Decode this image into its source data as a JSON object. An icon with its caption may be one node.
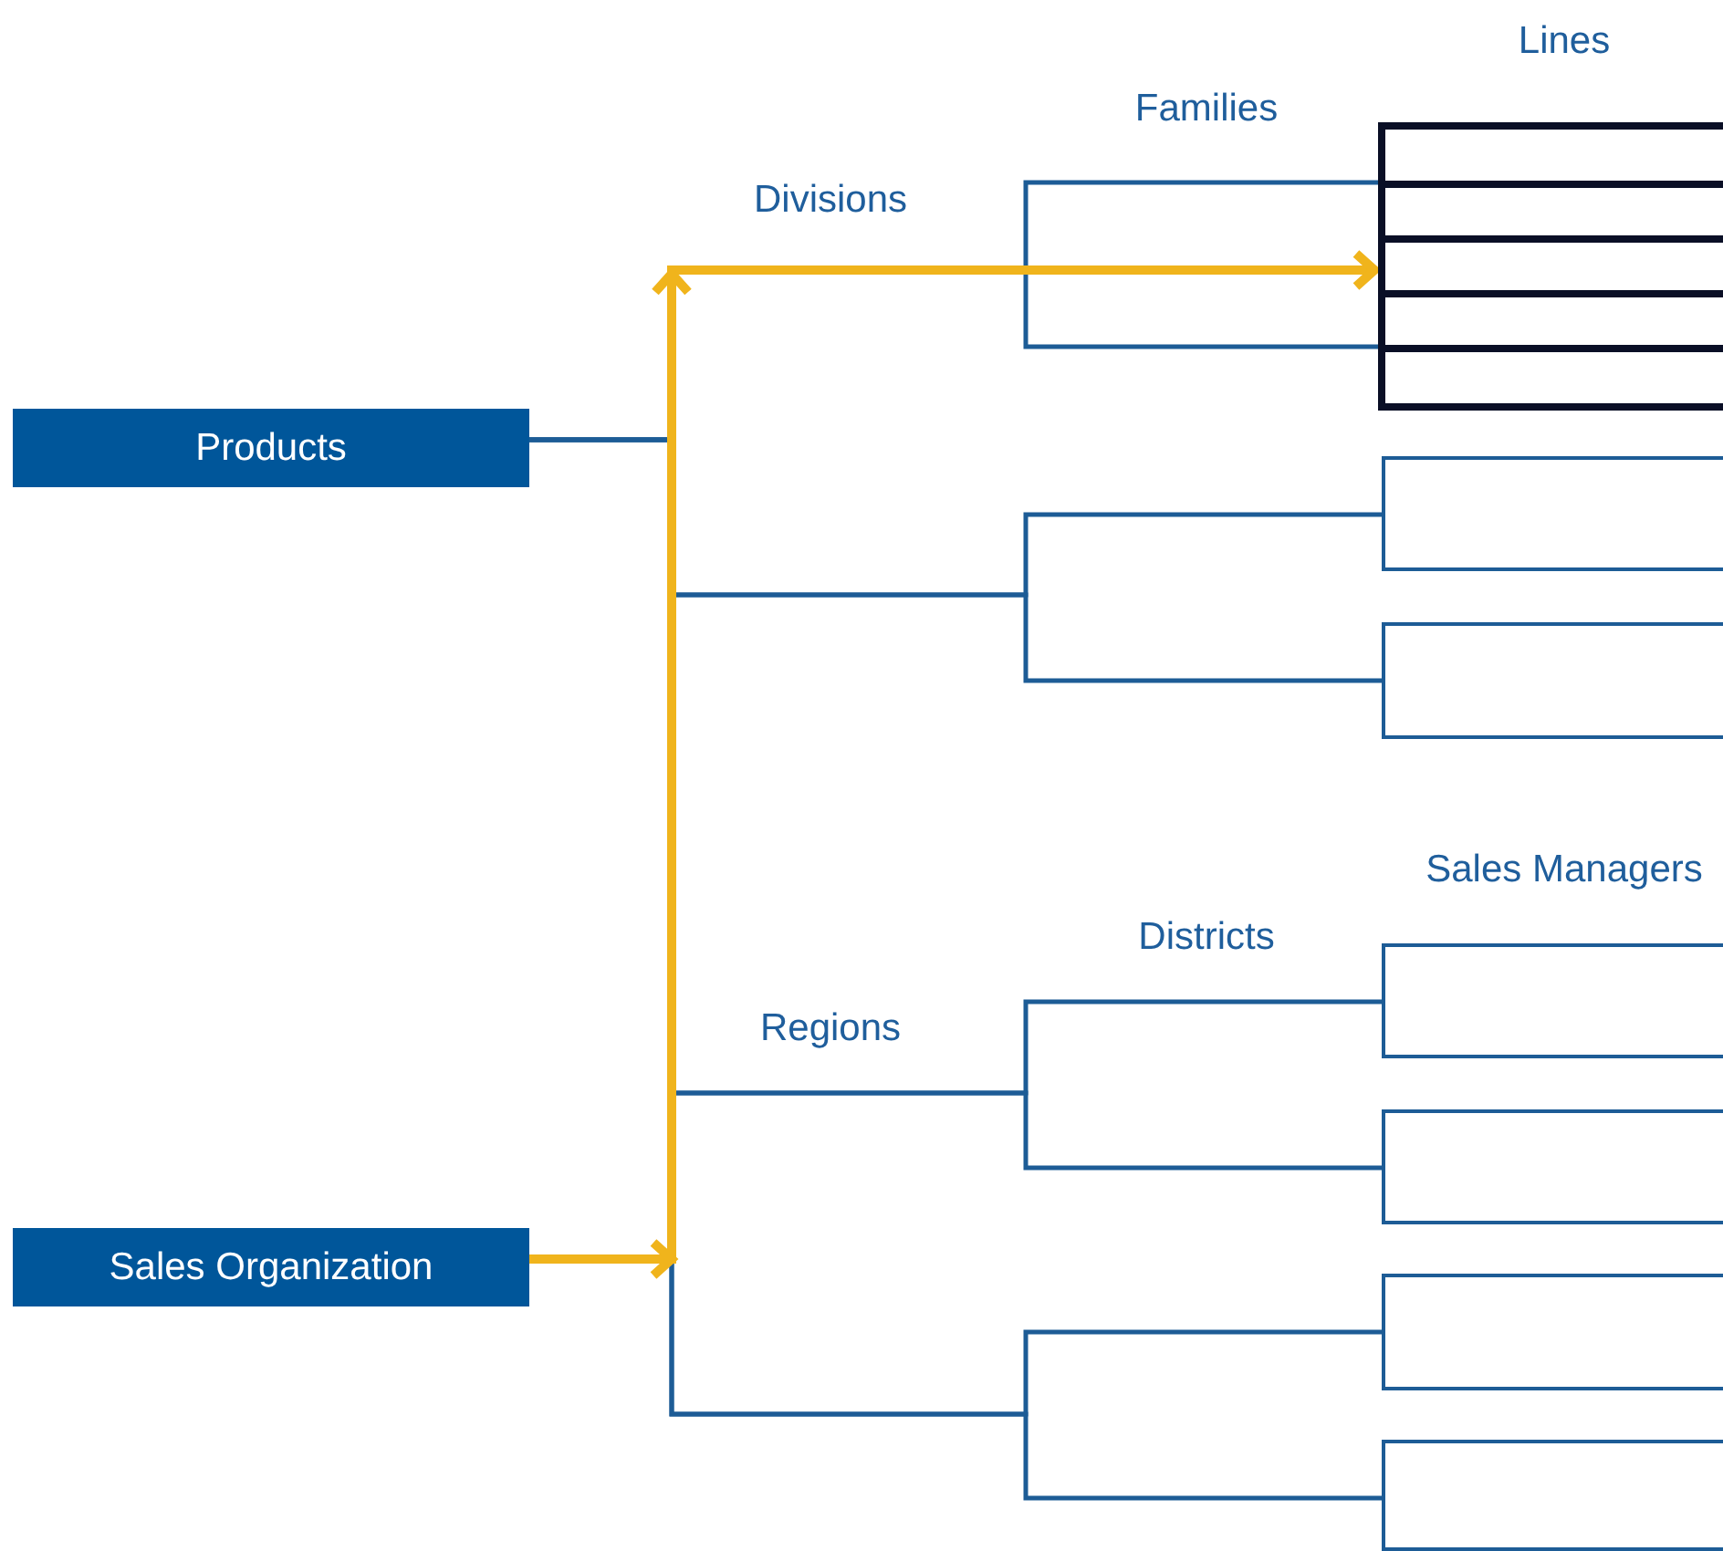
{
  "diagram": {
    "nodes": [
      {
        "text": [
          "Products"
        ]
      },
      {
        "text": [
          "Sales Organization"
        ]
      },
      {
        "text": [],
        "shape": "box"
      },
      {
        "text": [],
        "shape": "box"
      },
      {
        "text": [],
        "shape": "box"
      },
      {
        "text": [],
        "shape": "box"
      },
      {
        "text": [],
        "shape": "box"
      },
      {
        "text": [],
        "shape": "box"
      },
      {
        "text": [],
        "shape": "box"
      }
    ],
    "edges": [
      {
        "from": 0,
        "to": 2,
        "arrow": "none"
      },
      {
        "from": 0,
        "to": 2,
        "arrow": "none"
      },
      {
        "from": 0,
        "to": 3,
        "arrow": "none"
      },
      {
        "from": 0,
        "to": 4,
        "arrow": "none"
      },
      {
        "from": 1,
        "to": 5,
        "arrow": "none"
      },
      {
        "from": 1,
        "to": 6,
        "arrow": "none"
      },
      {
        "from": 1,
        "to": 7,
        "arrow": "none"
      },
      {
        "from": 1,
        "to": 8,
        "arrow": "none"
      },
      {
        "from": 1,
        "to": 2,
        "arrow": "to",
        "style": "thick",
        "color": "#f0b41c"
      }
    ],
    "labels": [
      "Lines",
      "Families",
      "Divisions",
      "Sales Managers",
      "Districts",
      "Regions"
    ]
  }
}
